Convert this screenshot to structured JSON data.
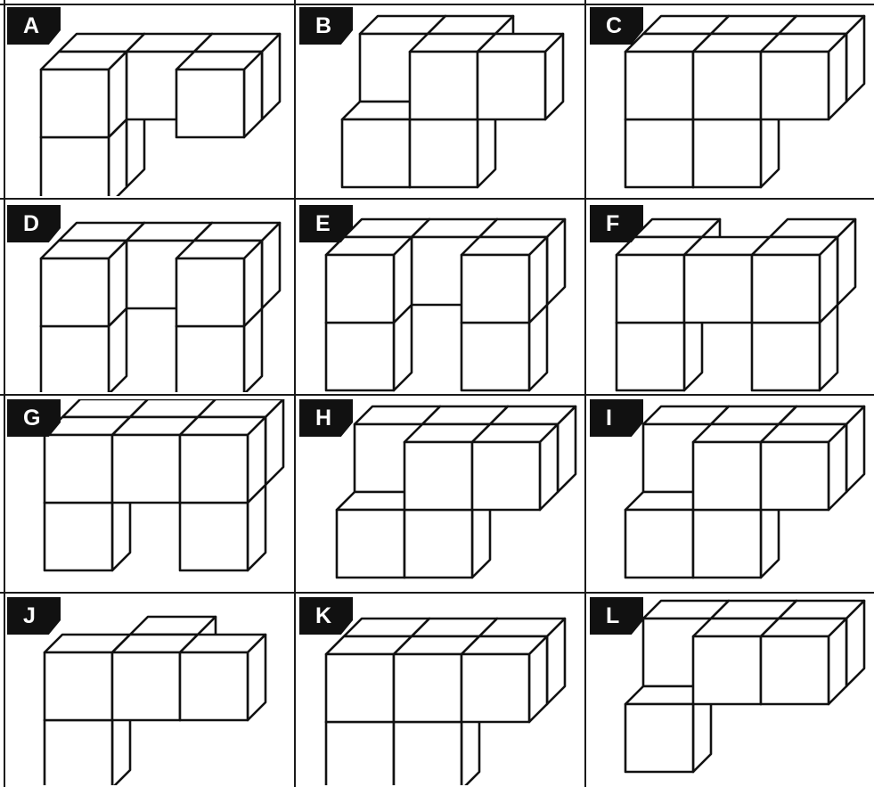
{
  "panels": [
    {
      "label": "A",
      "figure": "A"
    },
    {
      "label": "B",
      "figure": "B"
    },
    {
      "label": "C",
      "figure": "C"
    },
    {
      "label": "D",
      "figure": "D"
    },
    {
      "label": "E",
      "figure": "E"
    },
    {
      "label": "F",
      "figure": "F"
    },
    {
      "label": "G",
      "figure": "G"
    },
    {
      "label": "H",
      "figure": "H"
    },
    {
      "label": "I",
      "figure": "I"
    },
    {
      "label": "J",
      "figure": "J"
    },
    {
      "label": "K",
      "figure": "K"
    },
    {
      "label": "L",
      "figure": "L"
    }
  ],
  "colors": {
    "ink": "#111111",
    "face": "#ffffff",
    "tag_bg": "#111111",
    "tag_text": "#ffffff"
  }
}
